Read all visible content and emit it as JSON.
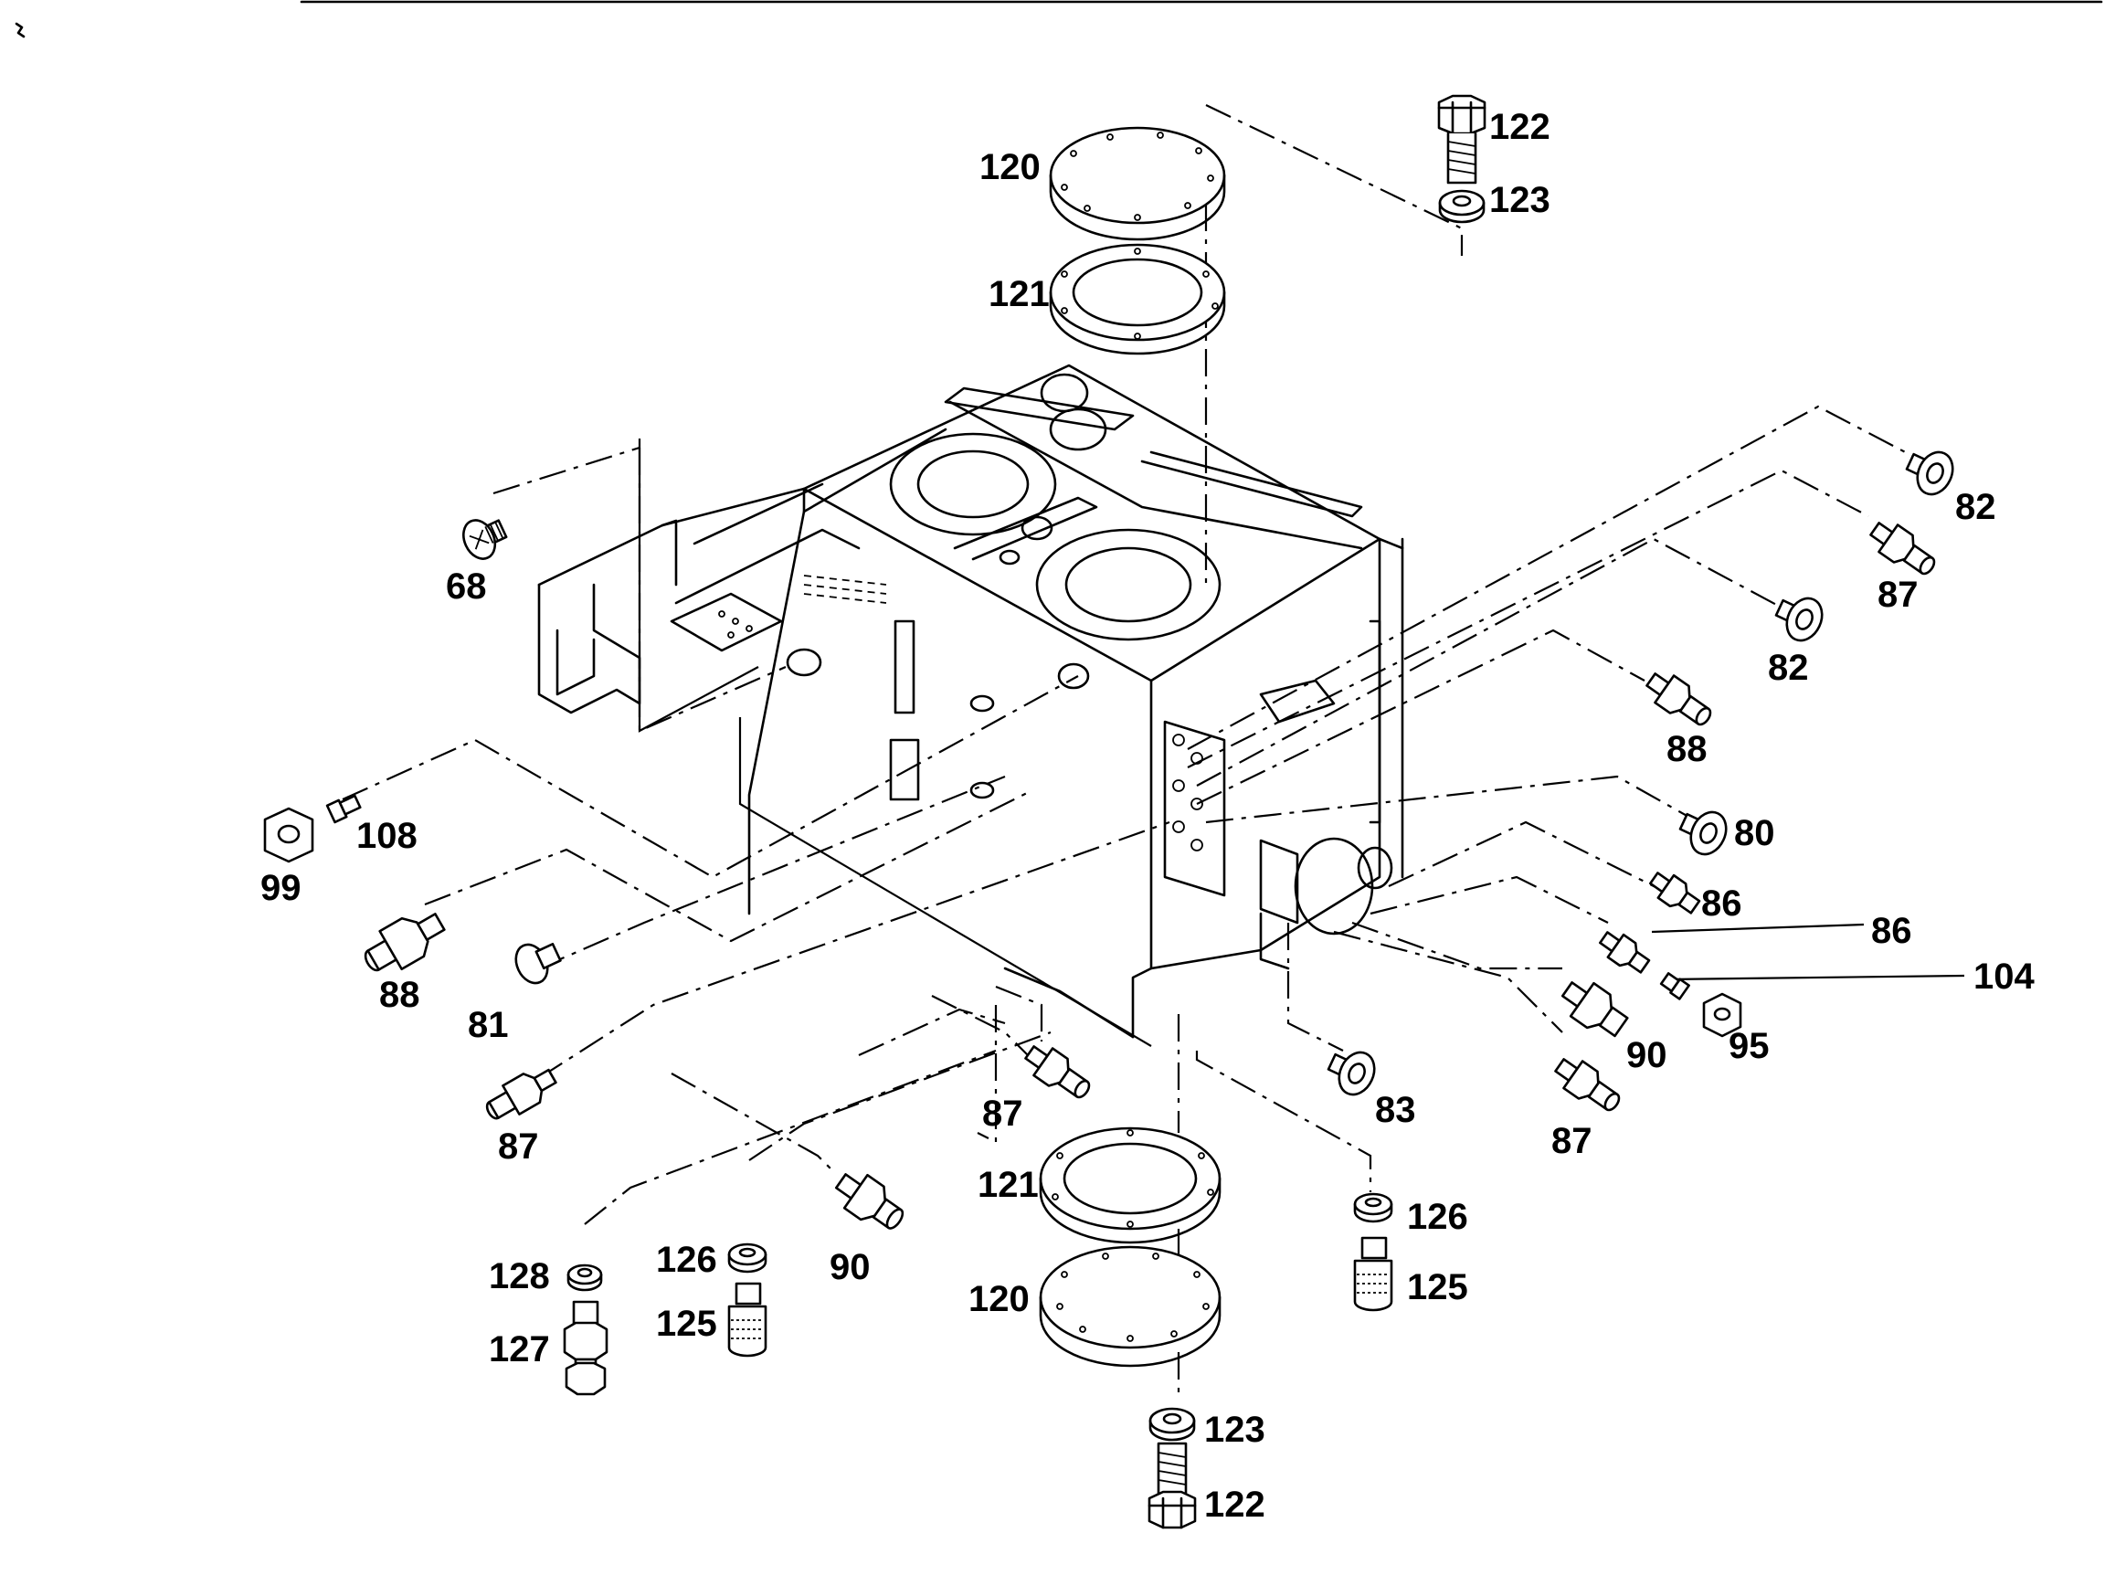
{
  "labels": {
    "l120_top": "120",
    "l121_top": "121",
    "l122_top": "122",
    "l123_top": "123",
    "l68": "68",
    "l82_a": "82",
    "l87_a": "87",
    "l82_b": "82",
    "l88_r": "88",
    "l80": "80",
    "l86_a": "86",
    "l86_b": "86",
    "l104": "104",
    "l95": "95",
    "l90_r": "90",
    "l87_r": "87",
    "l83": "83",
    "l108": "108",
    "l99": "99",
    "l88_l": "88",
    "l81": "81",
    "l87_l": "87",
    "l87_m": "87",
    "l90_m": "90",
    "l121_bot": "121",
    "l120_bot": "120",
    "l123_bot": "123",
    "l122_bot": "122",
    "l126_r": "126",
    "l125_r": "125",
    "l128": "128",
    "l127": "127",
    "l126_l": "126",
    "l125_l": "125"
  },
  "icons": [
    "hex-bolt-icon",
    "washer-icon",
    "cover-plate-icon",
    "gasket-ring-icon",
    "screw-plug-icon",
    "hose-fitting-icon",
    "strainer-plug-icon",
    "hex-nut-icon"
  ]
}
